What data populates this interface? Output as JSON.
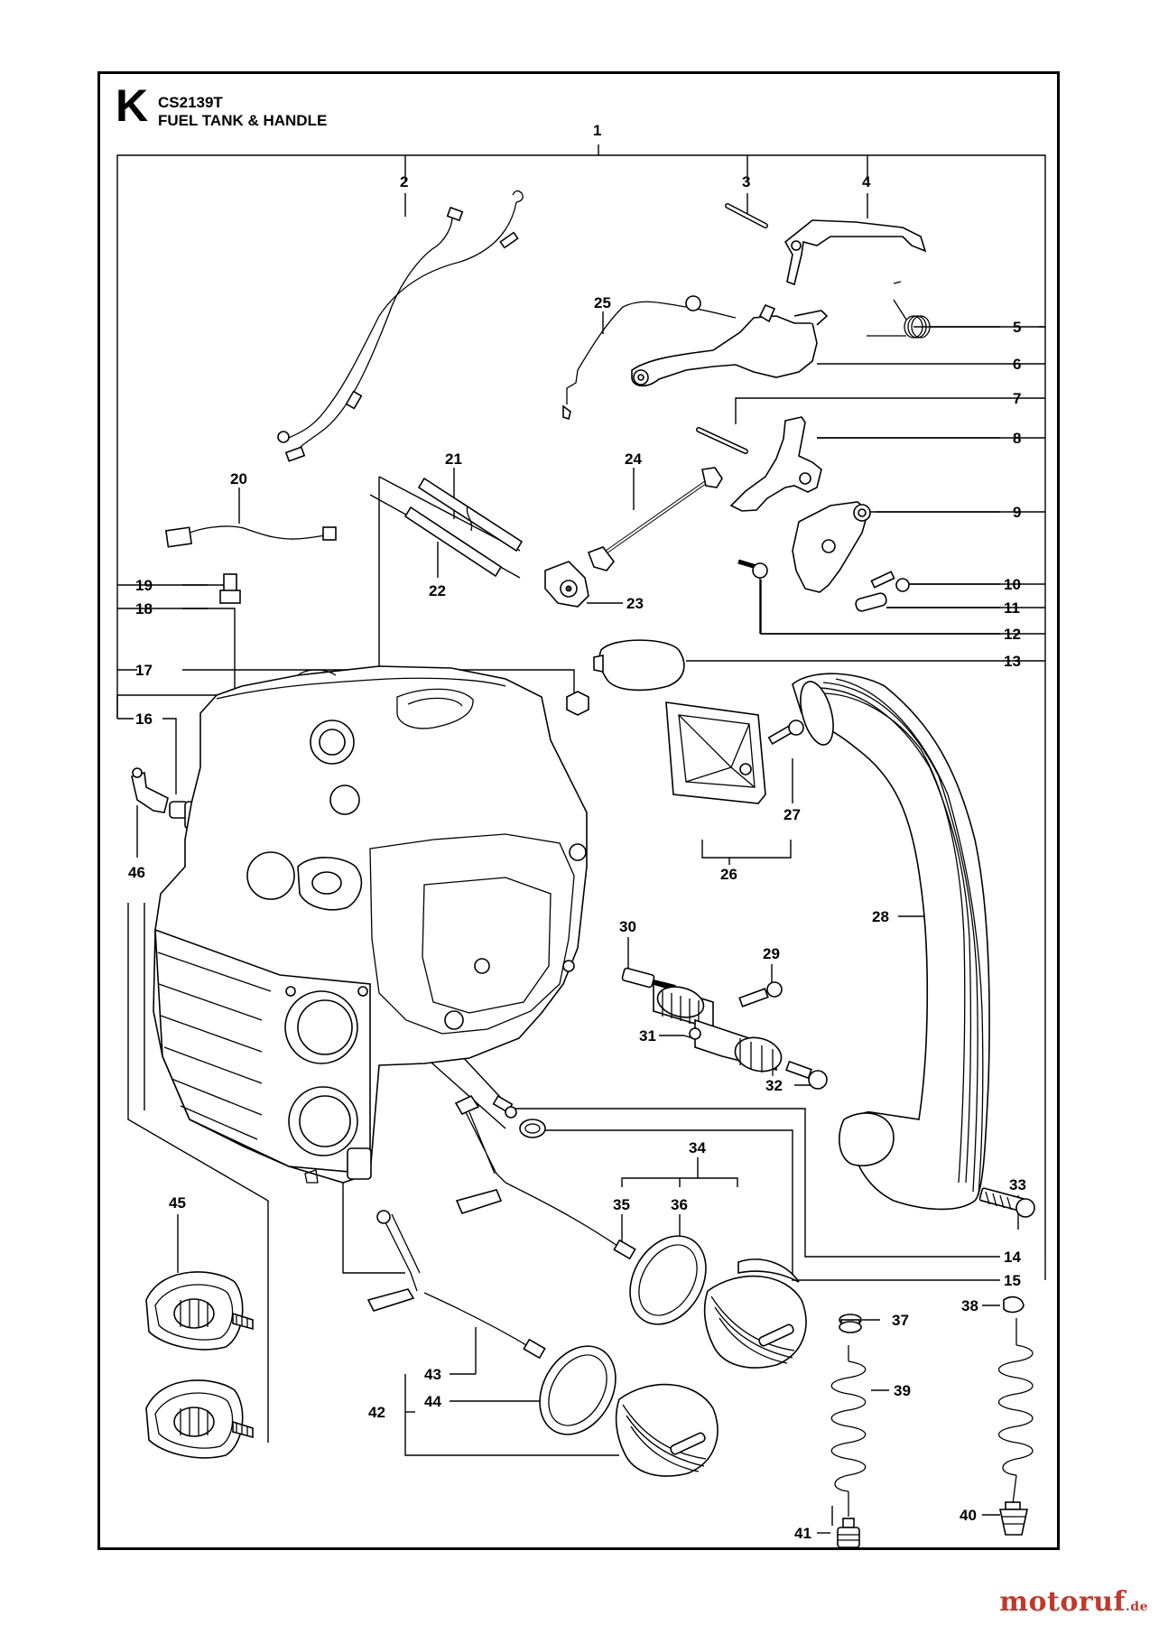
{
  "section_letter": "K",
  "model": "CS2139T",
  "title": "FUEL TANK & HANDLE",
  "watermark": {
    "brand": "motoruf",
    "tld": ".de",
    "color": "#c0392b"
  },
  "callouts": [
    "1",
    "2",
    "3",
    "4",
    "5",
    "6",
    "7",
    "8",
    "9",
    "10",
    "11",
    "12",
    "13",
    "14",
    "15",
    "16",
    "17",
    "18",
    "19",
    "20",
    "21",
    "22",
    "23",
    "24",
    "25",
    "26",
    "27",
    "28",
    "29",
    "30",
    "31",
    "32",
    "33",
    "34",
    "35",
    "36",
    "37",
    "38",
    "39",
    "40",
    "41",
    "42",
    "43",
    "44",
    "45",
    "46"
  ]
}
